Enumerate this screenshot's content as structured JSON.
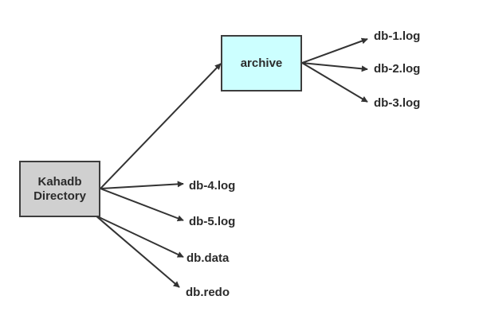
{
  "nodes": {
    "root": {
      "line1": "Kahadb",
      "line2": "Directory",
      "fill": "#d0d0d0"
    },
    "archive": {
      "label": "archive",
      "fill": "#ccffff"
    },
    "files": {
      "db1": "db-1.log",
      "db2": "db-2.log",
      "db3": "db-3.log",
      "db4": "db-4.log",
      "db5": "db-5.log",
      "data": "db.data",
      "redo": "db.redo"
    }
  },
  "edges": [
    {
      "from": "Kahadb Directory",
      "to": "archive"
    },
    {
      "from": "Kahadb Directory",
      "to": "db-4.log"
    },
    {
      "from": "Kahadb Directory",
      "to": "db-5.log"
    },
    {
      "from": "Kahadb Directory",
      "to": "db.data"
    },
    {
      "from": "Kahadb Directory",
      "to": "db.redo"
    },
    {
      "from": "archive",
      "to": "db-1.log"
    },
    {
      "from": "archive",
      "to": "db-2.log"
    },
    {
      "from": "archive",
      "to": "db-3.log"
    }
  ],
  "colors": {
    "stroke": "#333333",
    "text": "#2b2b2b"
  }
}
